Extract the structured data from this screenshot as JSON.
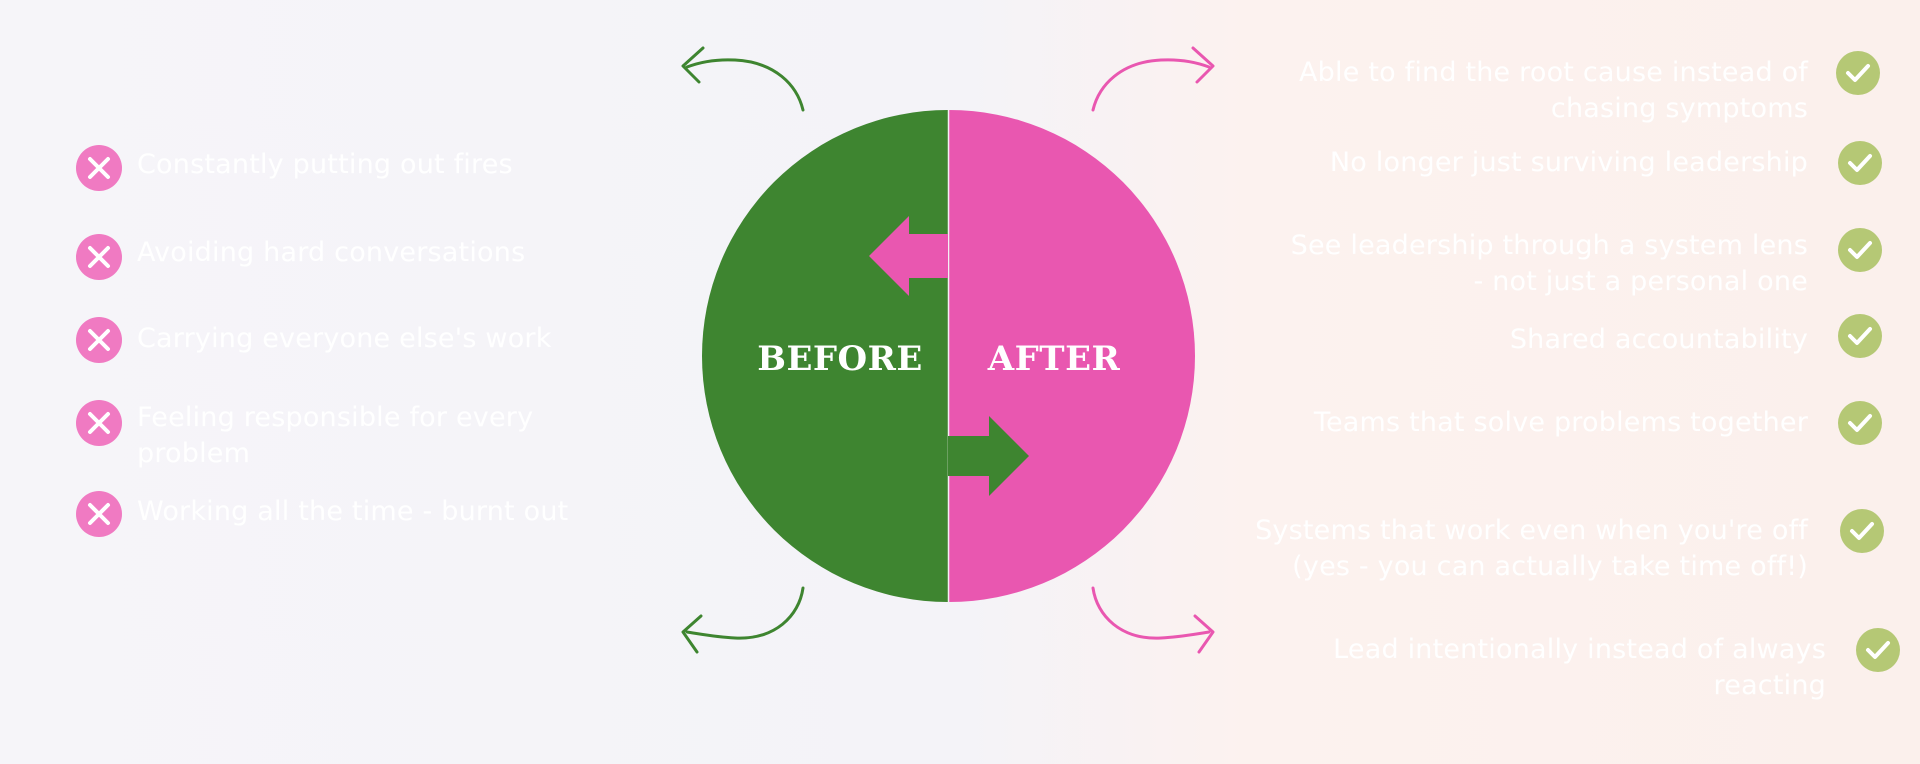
{
  "colors": {
    "before": "#3e8530",
    "after": "#e957b0",
    "x_icon": "#f07ac2",
    "check_icon": "#b5c875",
    "arrow_green": "#3e8530",
    "arrow_pink": "#e957b0"
  },
  "diagram": {
    "before_label": "BEFORE",
    "after_label": "AFTER"
  },
  "before_items": [
    {
      "line1": "Constantly putting out fires",
      "line2": ""
    },
    {
      "line1": "Avoiding hard conversations",
      "line2": ""
    },
    {
      "line1": "Carrying everyone else's work",
      "line2": ""
    },
    {
      "line1": "Feeling responsible for every",
      "line2": "problem"
    },
    {
      "line1": "Working all the time - burnt out",
      "line2": ""
    }
  ],
  "after_items": [
    {
      "line1": "Able to find the root cause instead of",
      "line2": "chasing symptoms"
    },
    {
      "line1": "No longer just surviving leadership",
      "line2": ""
    },
    {
      "line1": "See leadership through a system lens",
      "line2": "- not just a personal one"
    },
    {
      "line1": "Shared accountability",
      "line2": ""
    },
    {
      "line1": "Teams that solve problems together",
      "line2": ""
    },
    {
      "line1": "Systems that work even when you're off",
      "line2": "(yes - you can actually take time off!)"
    },
    {
      "line1": "Lead intentionally instead of always",
      "line2": "reacting"
    }
  ],
  "icons": {
    "before_item": "x-circle-icon",
    "after_item": "check-circle-icon",
    "curved_arrow": "curved-arrow-icon"
  }
}
